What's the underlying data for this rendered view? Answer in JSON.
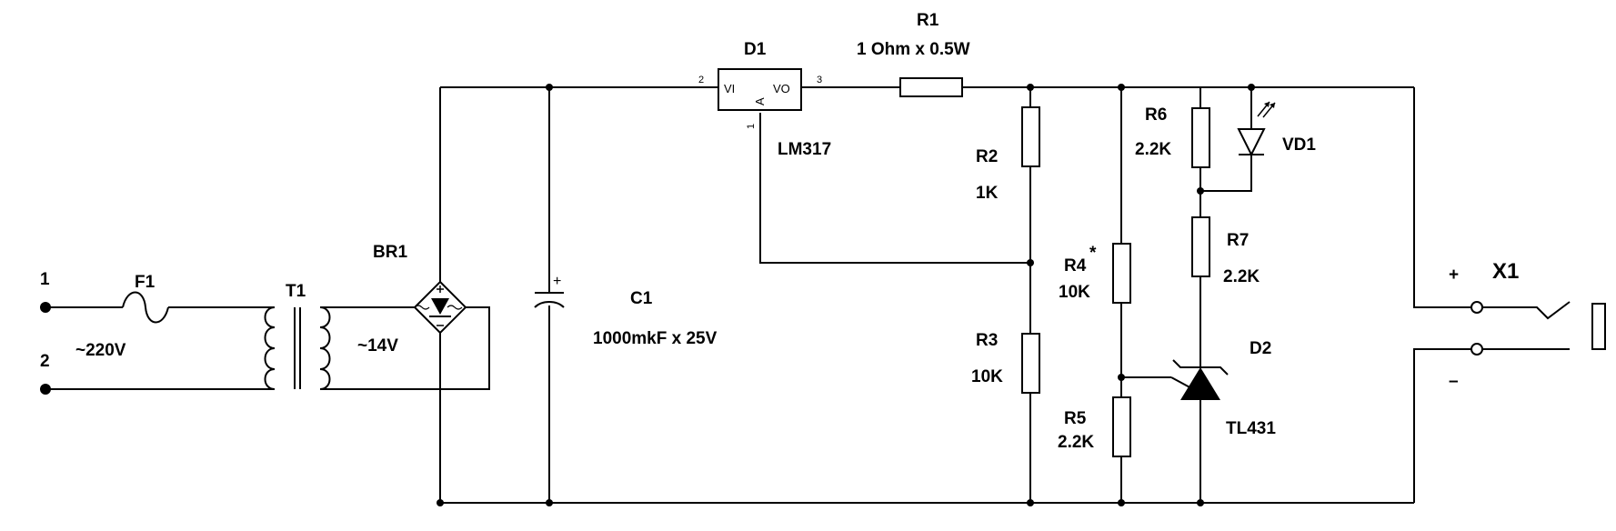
{
  "terminals": {
    "in1": "1",
    "in2": "2"
  },
  "fuse": {
    "ref": "F1"
  },
  "mains_voltage": "~220V",
  "transformer": {
    "ref": "T1",
    "secondary": "~14V"
  },
  "bridge": {
    "ref": "BR1"
  },
  "capacitor": {
    "ref": "C1",
    "value": "1000mkF x  25V"
  },
  "regulator": {
    "ref": "D1",
    "part": "LM317",
    "pin_vi": "VI",
    "pin_vo": "VO",
    "pin_adj": "A",
    "pin1": "1",
    "pin2": "2",
    "pin3": "3"
  },
  "resistors": {
    "r1": {
      "ref": "R1",
      "value": "1 Ohm x 0.5W"
    },
    "r2": {
      "ref": "R2",
      "value": "1K"
    },
    "r3": {
      "ref": "R3",
      "value": "10K"
    },
    "r4": {
      "ref": "R4",
      "mark": "*",
      "value": "10K"
    },
    "r5": {
      "ref": "R5",
      "value": "2.2K"
    },
    "r6": {
      "ref": "R6",
      "value": "2.2K"
    },
    "r7": {
      "ref": "R7",
      "value": "2.2K"
    }
  },
  "led": {
    "ref": "VD1"
  },
  "shunt": {
    "ref": "D2",
    "part": "TL431"
  },
  "output": {
    "ref": "X1",
    "plus": "+",
    "minus": "–"
  },
  "capacitor_plus": "+"
}
